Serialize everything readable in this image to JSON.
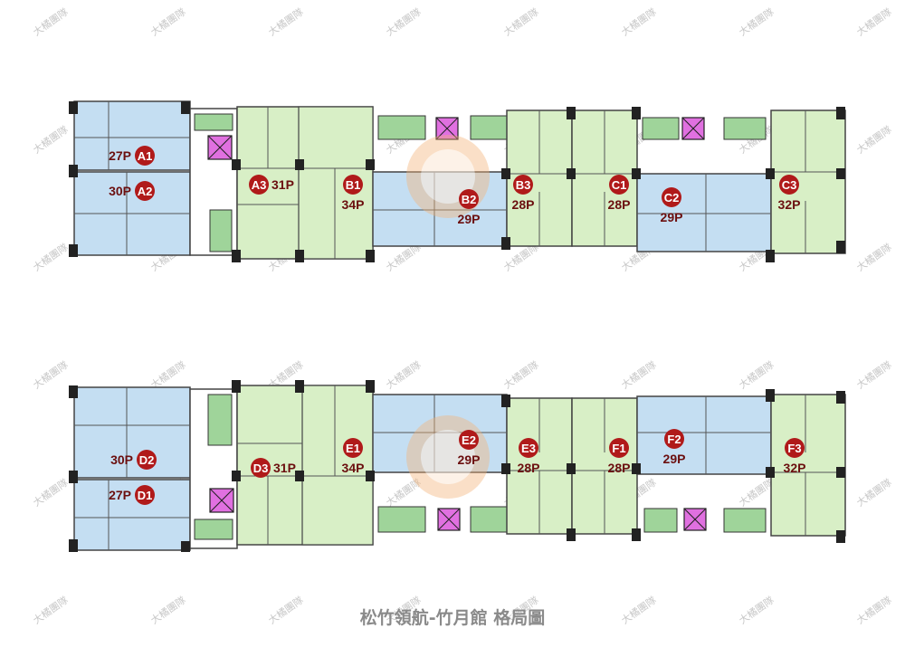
{
  "caption": "松竹領航-竹月館 格局圖",
  "watermark": "大橘團隊",
  "colors": {
    "green_unit": "#d8efc6",
    "blue_unit": "#c4def2",
    "badge": "#b01a1a",
    "elevator": "#e070e0",
    "stair": "#9fd49a",
    "wall": "#222222"
  },
  "floors": [
    {
      "units": [
        {
          "code": "A1",
          "size": "27P",
          "color": "blue"
        },
        {
          "code": "A2",
          "size": "30P",
          "color": "blue"
        },
        {
          "code": "A3",
          "size": "31P",
          "color": "green"
        },
        {
          "code": "B1",
          "size": "34P",
          "color": "green"
        },
        {
          "code": "B2",
          "size": "29P",
          "color": "blue"
        },
        {
          "code": "B3",
          "size": "28P",
          "color": "green"
        },
        {
          "code": "C1",
          "size": "28P",
          "color": "green"
        },
        {
          "code": "C2",
          "size": "29P",
          "color": "blue"
        },
        {
          "code": "C3",
          "size": "32P",
          "color": "green"
        }
      ]
    },
    {
      "units": [
        {
          "code": "D2",
          "size": "30P",
          "color": "blue"
        },
        {
          "code": "D1",
          "size": "27P",
          "color": "blue"
        },
        {
          "code": "D3",
          "size": "31P",
          "color": "green"
        },
        {
          "code": "E1",
          "size": "34P",
          "color": "green"
        },
        {
          "code": "E2",
          "size": "29P",
          "color": "blue"
        },
        {
          "code": "E3",
          "size": "28P",
          "color": "green"
        },
        {
          "code": "F1",
          "size": "28P",
          "color": "green"
        },
        {
          "code": "F2",
          "size": "29P",
          "color": "blue"
        },
        {
          "code": "F3",
          "size": "32P",
          "color": "green"
        }
      ]
    }
  ]
}
